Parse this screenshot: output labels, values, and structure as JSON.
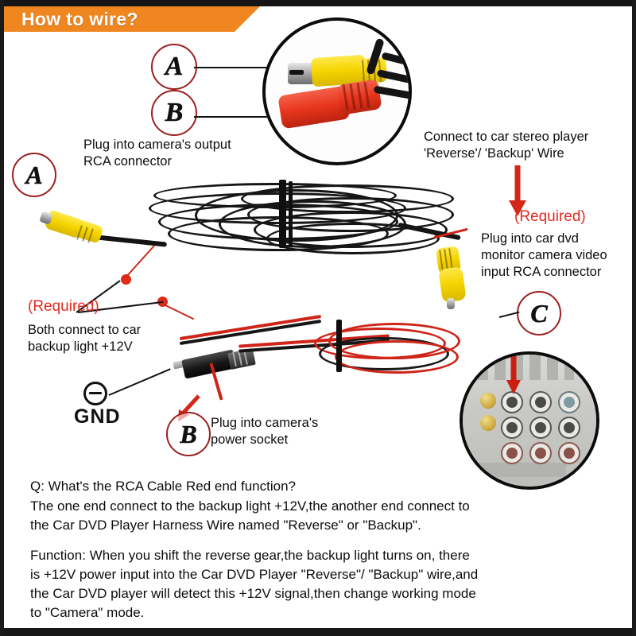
{
  "document": {
    "title": "How to wire?"
  },
  "banner": {
    "title": "How to wire?",
    "color": "#ef8620"
  },
  "markers": {
    "a_top": "A",
    "b_top": "B",
    "a_left": "A",
    "b_bottom": "B",
    "c_right": "C"
  },
  "labels": {
    "camera_output": "Plug into camera's output\nRCA connector",
    "car_stereo": "Connect to car stereo player\n'Reverse'/ 'Backup' Wire",
    "required_right": "(Required)",
    "dvd_input": "Plug into car dvd\nmonitor camera video\ninput RCA connector",
    "required_left": "(Required)",
    "backup_light": "Both connect to car\nbackup light +12V",
    "gnd": "GND",
    "camera_power": "Plug into camera's\npower socket"
  },
  "faq": {
    "question": "Q: What's the RCA Cable Red end function?",
    "answer": "The one end connect to the backup light +12V,the another end connect to\nthe Car DVD Player Harness Wire named \"Reverse\" or \"Backup\".",
    "function": "Function: When you shift the reverse gear,the backup light turns on, there\nis +12V power input into the Car DVD Player \"Reverse\"/ \"Backup\" wire,and\nthe Car DVD player will detect this +12V signal,then change working mode\nto \"Camera\" mode."
  },
  "colors": {
    "banner_orange": "#ef8620",
    "required_red": "#e02b20",
    "marker_outline": "#9c1f1f",
    "connector_yellow": "#f5d400",
    "connector_red": "#e8351d",
    "wire_black": "#151515",
    "wire_red": "#cf2417"
  },
  "icons": {
    "ground": "ground-symbol",
    "arrow_down": "arrow-down",
    "arrow_diagonal": "arrow-diagonal"
  }
}
